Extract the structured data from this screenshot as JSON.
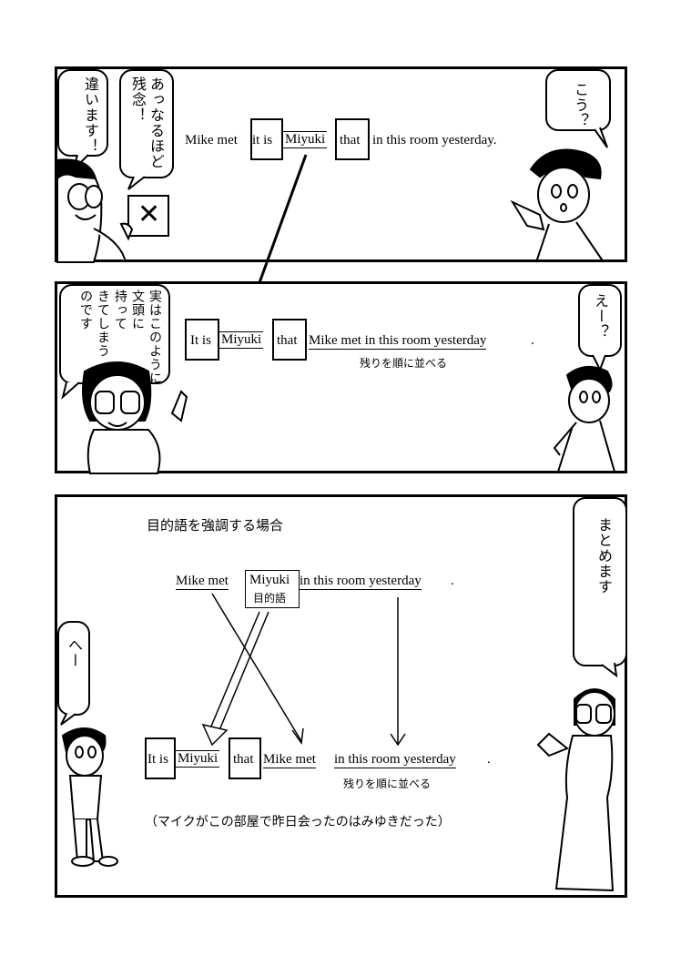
{
  "panel1": {
    "sentence_left": "Mike met",
    "it_is": "it is",
    "miyuki": "Miyuki",
    "that": "that",
    "sentence_right": "in this room yesterday.",
    "bubble_tigaimasu": "違います！",
    "bubble_anarumo": "あっなるほど\n残念！",
    "bubble_kou": "こう？",
    "sign_mark": "✕"
  },
  "panel2": {
    "it_is": "It is",
    "miyuki": "Miyuki",
    "that": "that",
    "rest": "Mike met in this room yesterday",
    "period": ".",
    "note": "残りを順に並べる",
    "bubble_explain": "実はこのように\n文頭に\n持って\nきてしまう\nのです",
    "bubble_ee": "えー？"
  },
  "panel3": {
    "heading": "目的語を強調する場合",
    "top_left": "Mike met",
    "top_miyuki": "Miyuki",
    "top_mokutekigo": "目的語",
    "top_right": "in this room yesterday",
    "top_period": ".",
    "bottom_it_is": "It is",
    "bottom_miyuki": "Miyuki",
    "bottom_that": "that",
    "bottom_mike_met": "Mike met",
    "bottom_rest": "in this room yesterday",
    "bottom_period": ".",
    "note": "残りを順に並べる",
    "translation": "（マイクがこの部屋で昨日会ったのはみゆきだった）",
    "bubble_matome": "まとめます",
    "bubble_he": "へー"
  }
}
